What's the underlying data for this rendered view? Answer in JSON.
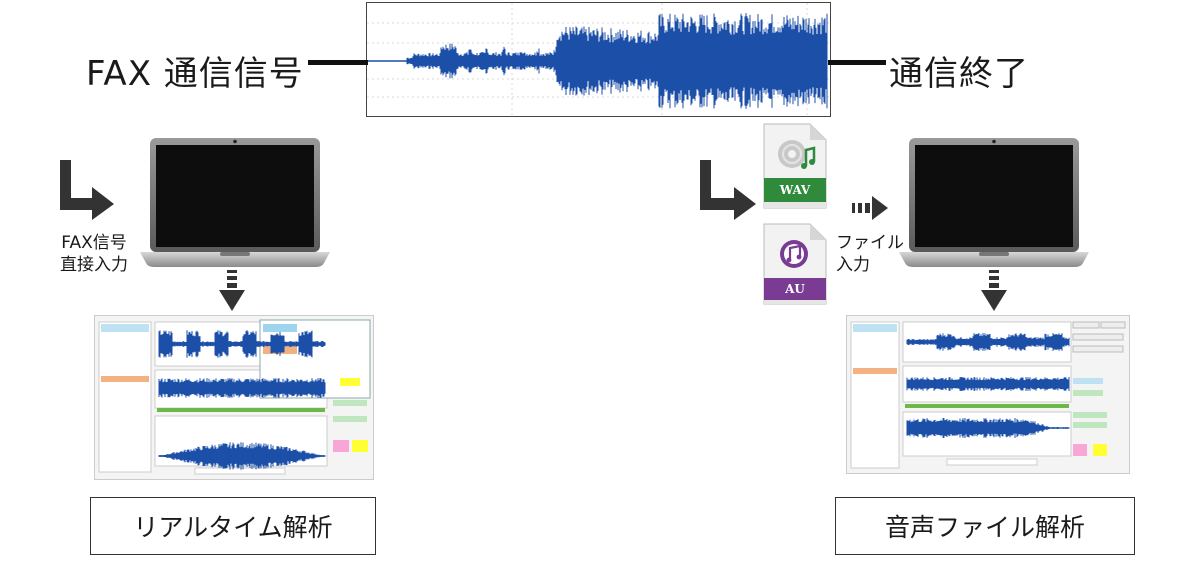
{
  "labels": {
    "fax_signal": "FAX 通信信号",
    "comm_end": "通信終了",
    "direct_input_line1": "FAX信号",
    "direct_input_line2": "直接入力",
    "file_input_line1": "ファイル",
    "file_input_line2": "入力",
    "realtime_analysis": "リアルタイム解析",
    "audio_file_analysis": "音声ファイル解析"
  },
  "files": [
    {
      "type_label": "WAV",
      "icon": "disc-music-note-icon",
      "band_color": "#2f8a3c"
    },
    {
      "type_label": "AU",
      "icon": "music-note-circle-icon",
      "band_color": "#7a3c92"
    }
  ],
  "colors": {
    "waveform": "#1c4fa8",
    "arrow": "#333333",
    "laptop_screen": "#0d0d0d"
  }
}
